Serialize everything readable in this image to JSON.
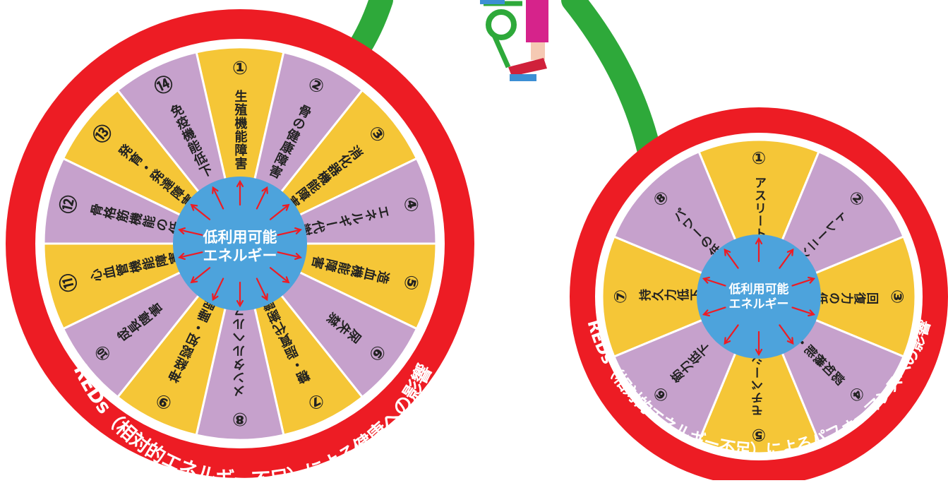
{
  "colors": {
    "red": "#ed1c24",
    "yellow": "#f5c637",
    "purple": "#c6a1cc",
    "blue": "#4da3dc",
    "arrow": "#ed1c24",
    "vine": "#2ea93a",
    "white": "#ffffff"
  },
  "health_wheel": {
    "title": "REDs（相対的エネルギー不足）による健康への影響",
    "center_label": [
      "低利用可能",
      "エネルギー"
    ],
    "segments": [
      {
        "num": "①",
        "label": "生殖機能障害"
      },
      {
        "num": "②",
        "label": "骨の健康障害"
      },
      {
        "num": "③",
        "label": "消化器機能障害"
      },
      {
        "num": "④",
        "label": "エネルギー代謝・調節障害"
      },
      {
        "num": "⑤",
        "label": "造血機能障害"
      },
      {
        "num": "⑥",
        "label": "尿失禁"
      },
      {
        "num": "⑦",
        "label": "糖・脂質代謝障害"
      },
      {
        "num": "⑧",
        "label": "メンタルヘルス問題"
      },
      {
        "num": "⑨",
        "label": "神経認知・睡眠障害"
      },
      {
        "num": "⑩",
        "label": "成長障害"
      },
      {
        "num": "⑪",
        "label": "心血管機能障害"
      },
      {
        "num": "⑫",
        "label": "骨格筋機能の低下"
      },
      {
        "num": "⑬",
        "label": "発育・発達障害"
      },
      {
        "num": "⑭",
        "label": "免疫機能低下"
      }
    ]
  },
  "performance_wheel": {
    "title": "REDs（相対的エネルギー不足）によるパフォーマンスへの影響",
    "center_label": [
      "低利用可能",
      "エネルギー"
    ],
    "segments": [
      {
        "num": "①",
        "label": "アスリート稼働率の低下"
      },
      {
        "num": "②",
        "label": "トレーニング効果の低下"
      },
      {
        "num": "③",
        "label": "回復力の低下"
      },
      {
        "num": "④",
        "label": "認知機能・スキルの低下"
      },
      {
        "num": "⑤",
        "label": "モチベーションの低下"
      },
      {
        "num": "⑥",
        "label": "筋力低下"
      },
      {
        "num": "⑦",
        "label": "持久力低下"
      },
      {
        "num": "⑧",
        "label": "パワーの低下"
      }
    ]
  }
}
